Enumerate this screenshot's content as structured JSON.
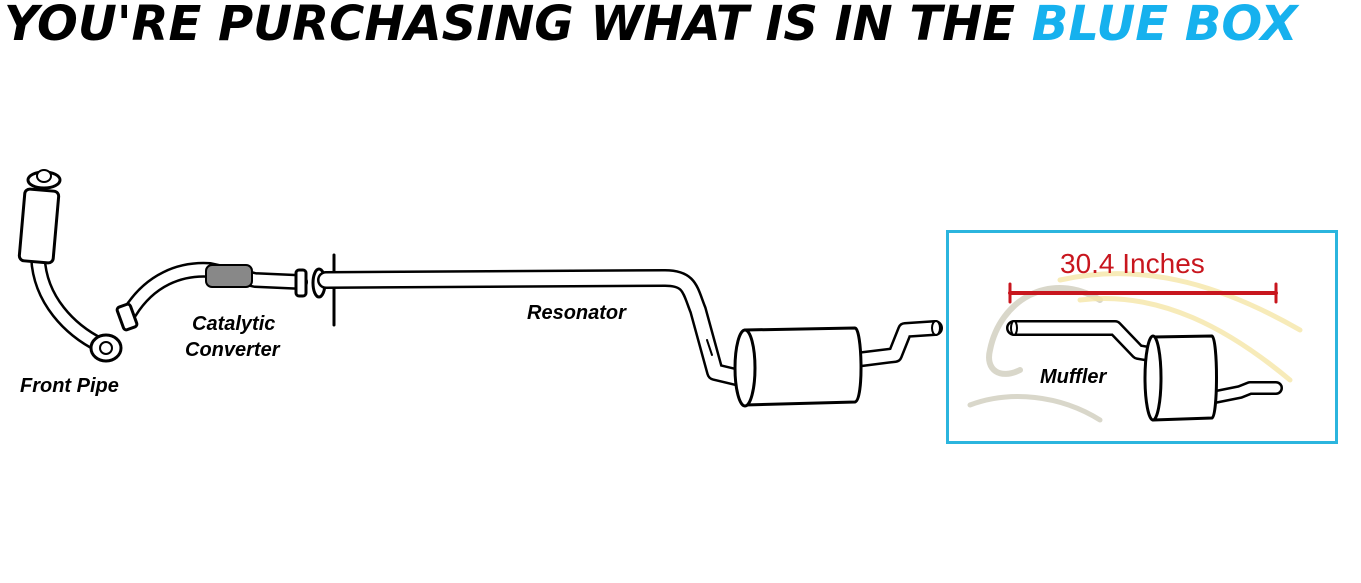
{
  "header": {
    "title_main": "YOU'RE PURCHASING WHAT IS IN THE ",
    "title_highlight": "BLUE BOX",
    "highlight_color": "#16b1ee"
  },
  "labels": {
    "front_pipe": "Front Pipe",
    "catalytic_line1": "Catalytic",
    "catalytic_line2": "Converter",
    "resonator": "Resonator",
    "muffler": "Muffler"
  },
  "blue_box": {
    "border_color": "#2bb5de",
    "measurement": "30.4 Inches",
    "measurement_color": "#c8161e"
  }
}
